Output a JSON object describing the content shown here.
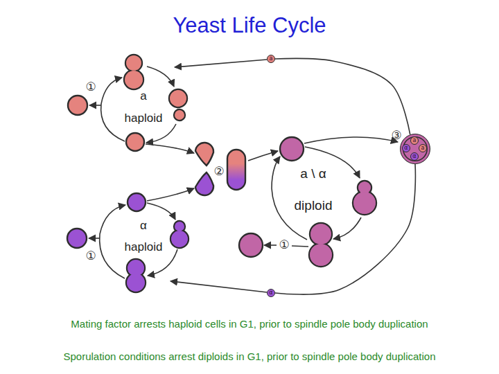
{
  "diagram": {
    "title": "Yeast Life Cycle",
    "nodes": [
      {
        "text": [
          "a"
        ]
      },
      {
        "text": []
      },
      {
        "text": [
          "a"
        ],
        "in": 1
      },
      {
        "text": [
          "α"
        ],
        "in": 1
      },
      {
        "text": [
          "a"
        ],
        "in": 1
      },
      {
        "text": [
          "α"
        ],
        "in": 1
      },
      {
        "text": [
          "α"
        ]
      }
    ],
    "edges": [
      {
        "from": 1,
        "to": 0,
        "arrow": "none"
      },
      {
        "from": 1,
        "to": 6,
        "arrow": "none"
      }
    ],
    "labels": [
      "①",
      "a",
      "haploid",
      "③",
      "②",
      "a \\ α",
      "diploid",
      "α",
      "①",
      "haploid",
      "①",
      "Mating factor arrests haploid cells in G1, prior to spindle pole body duplication",
      "Sporulation conditions arrest diploids in G1, prior to spindle pole body duplication"
    ]
  }
}
